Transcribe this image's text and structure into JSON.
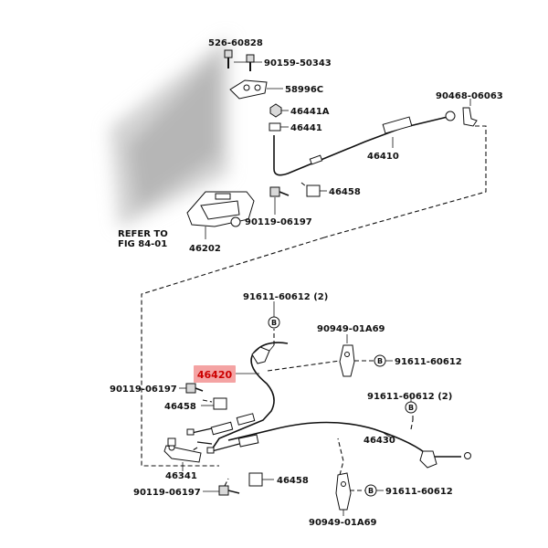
{
  "labels": {
    "p_526_60828": "526-60828",
    "p_90159_50343": "90159-50343",
    "p_58996c": "58996C",
    "p_46441a": "46441A",
    "p_46441": "46441",
    "p_90468_06063": "90468-06063",
    "p_46410": "46410",
    "p_46458_top": "46458",
    "p_90119_06197_top": "90119-06197",
    "p_46202": "46202",
    "refer_line1": "REFER TO",
    "refer_line2": "FIG 84-01",
    "p_91611_60612_2_a": "91611-60612 (2)",
    "p_90949_01a69_top": "90949-01A69",
    "p_91611_60612_b": "91611-60612",
    "p_46420": "46420",
    "p_90119_06197_mid": "90119-06197",
    "p_46458_mid": "46458",
    "p_91611_60612_2_c": "91611-60612 (2)",
    "p_46430": "46430",
    "p_46341": "46341",
    "p_46458_low": "46458",
    "p_90119_06197_low": "90119-06197",
    "p_91611_60612_d": "91611-60612",
    "p_90949_01a69_low": "90949-01A69",
    "callout_b": "B"
  },
  "colors": {
    "highlight_bg": "#f4a3a3",
    "highlight_text": "#cc0000",
    "ink": "#111111"
  }
}
